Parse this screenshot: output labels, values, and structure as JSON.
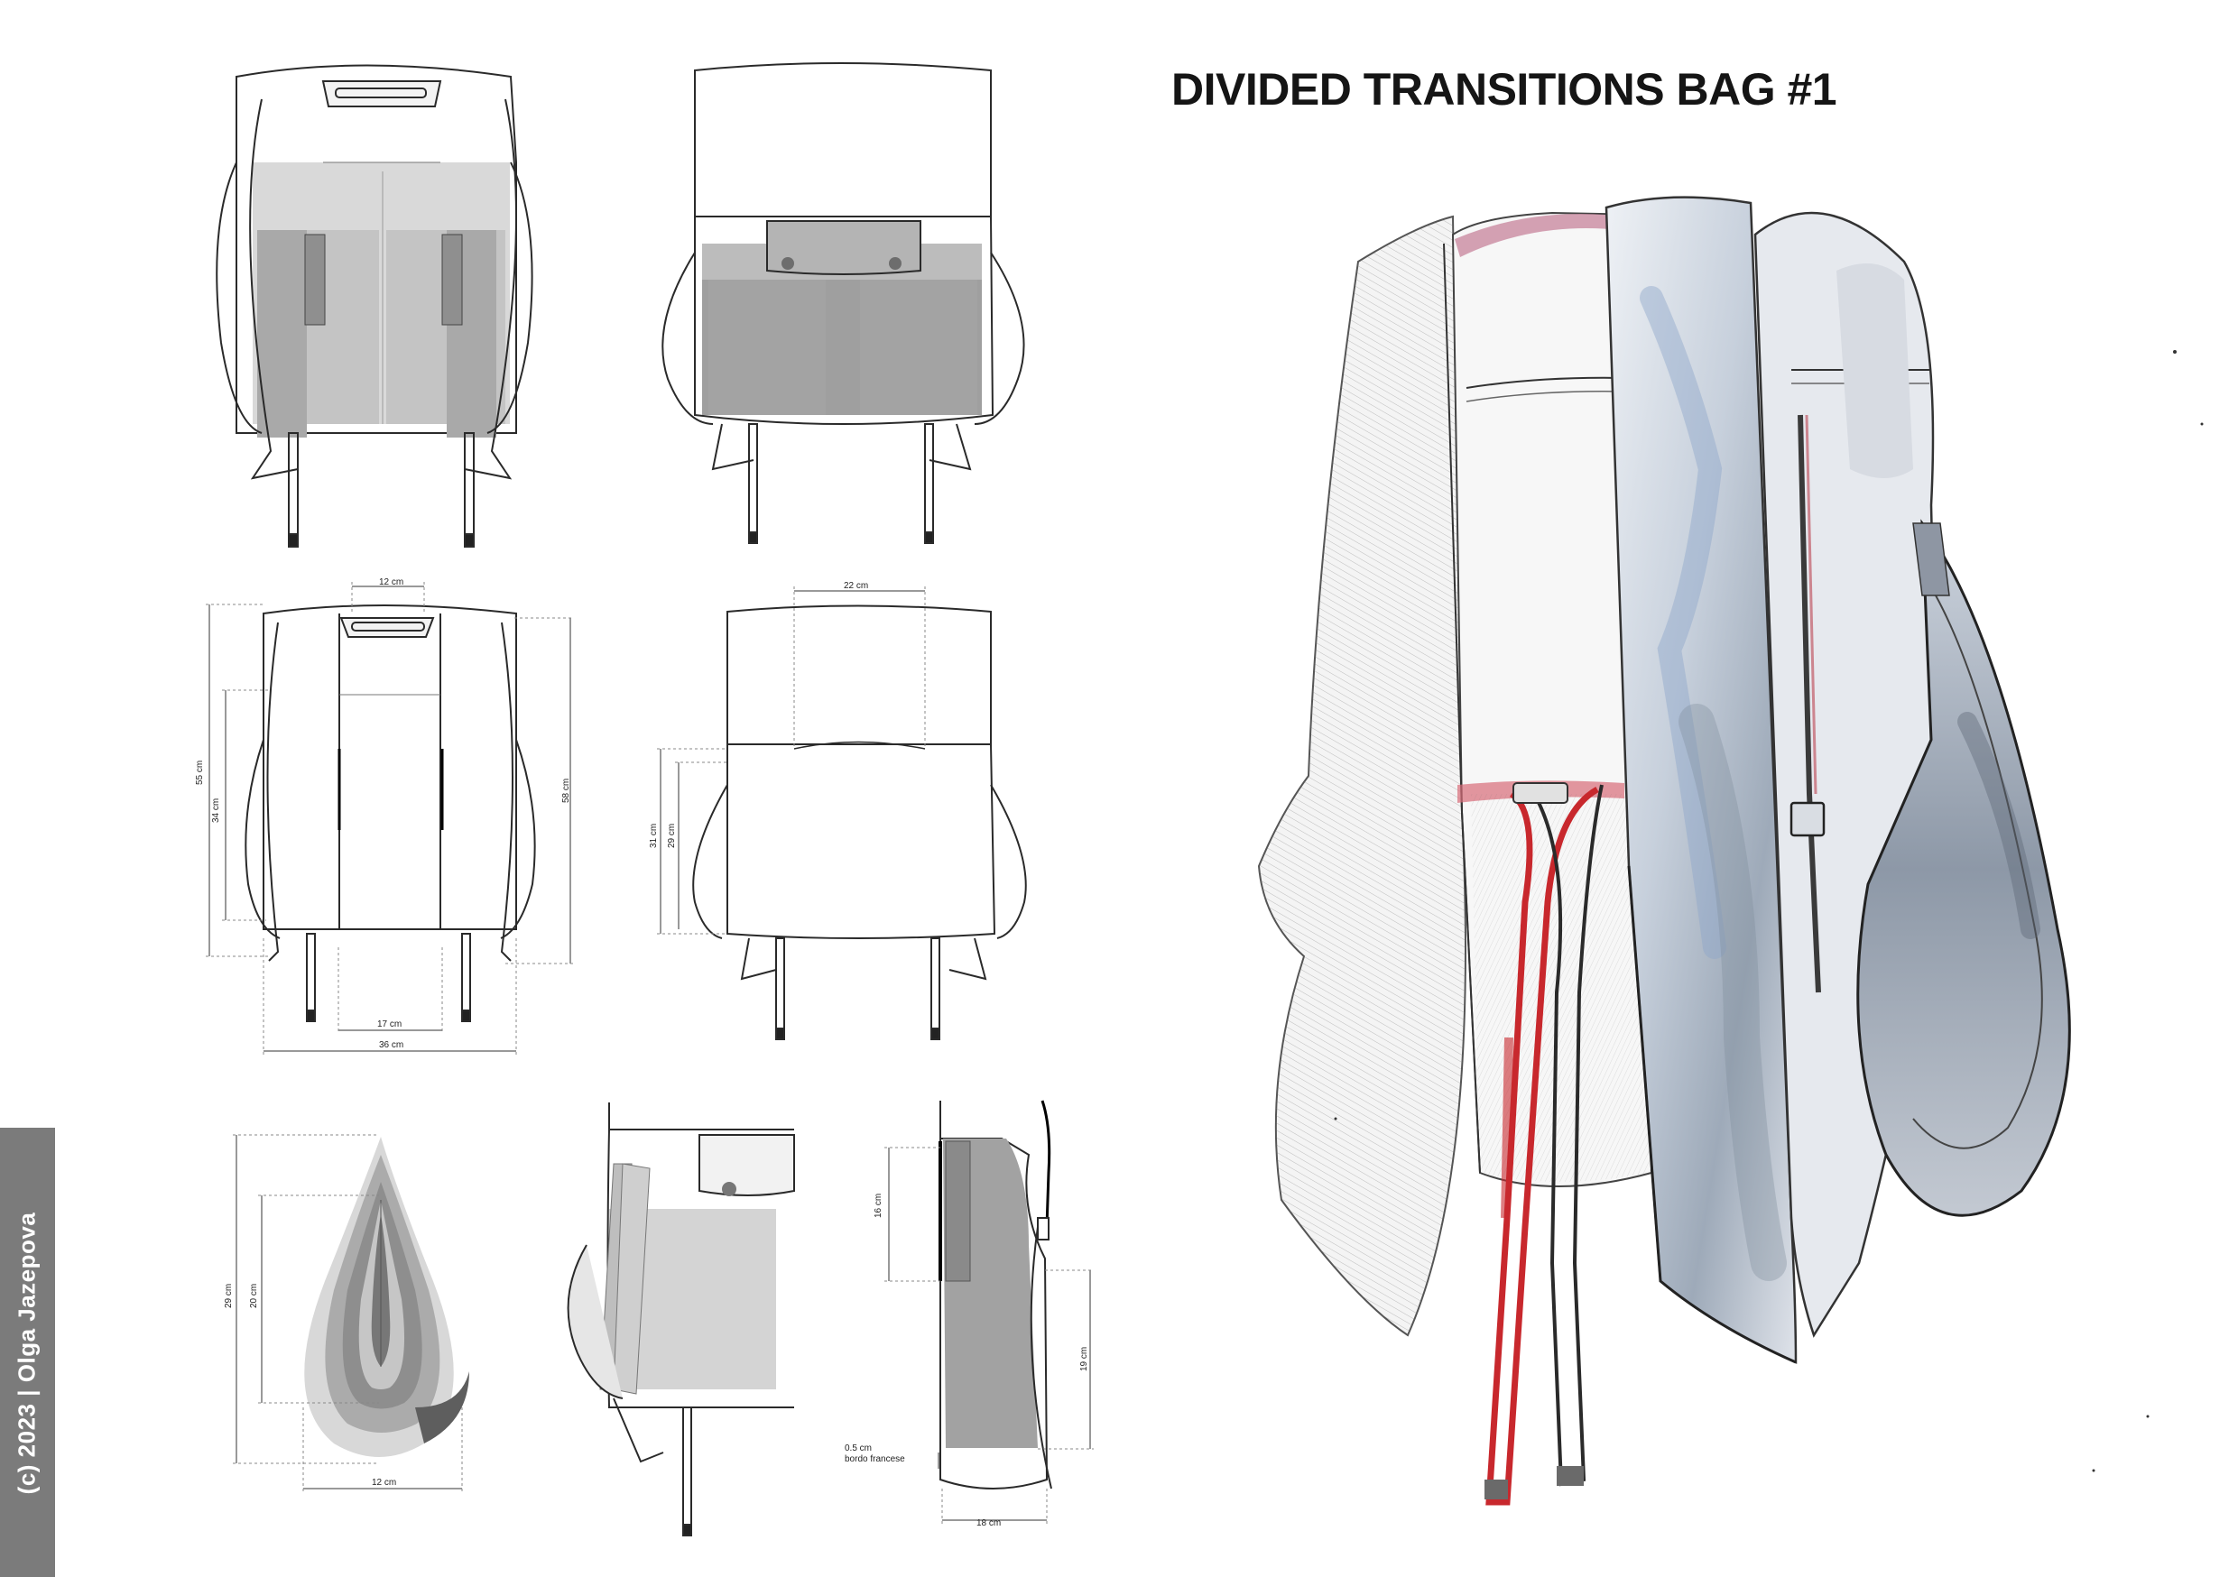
{
  "title": "DIVIDED TRANSITIONS BAG #1",
  "credit": "(c) 2023 | Olga Jazepova",
  "dimensions": {
    "front_top": "12 cm",
    "front_height_left": "55 cm",
    "front_inner_left": "34 cm",
    "front_height_right": "58 cm",
    "front_bottom_inner": "17 cm",
    "front_bottom_total": "36 cm",
    "back_top": "22 cm",
    "back_left_outer": "31 cm",
    "back_left_inner": "29 cm",
    "drop_height_outer": "29 cm",
    "drop_height_inner": "20 cm",
    "drop_width": "12 cm",
    "side_pocket": "16 cm",
    "side_lower": "19 cm",
    "side_hem_1": "0.5 cm",
    "side_hem_2": "bordo francese",
    "side_width": "18 cm"
  },
  "colors": {
    "line": "#2a2a2a",
    "fill_light": "#d9d9d9",
    "fill_mid": "#a8a8a8",
    "fill_dark": "#8c8c8c",
    "strap_red": "#c8282d",
    "wash_blue": "#9bb4d8",
    "credit_band": "#7b7b7b"
  }
}
